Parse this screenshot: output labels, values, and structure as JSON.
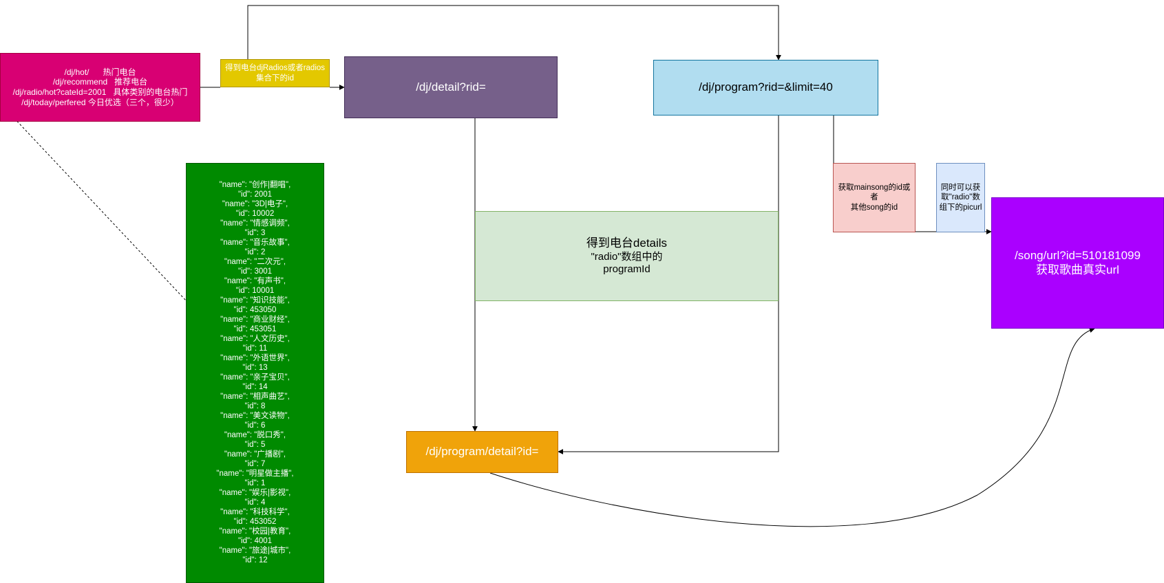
{
  "nodes": {
    "endpoints": [
      "/dj/hot/      热门电台",
      "/dj/recommend   推荐电台",
      "/dj/radio/hot?cateId=2001   具体类别的电台热门",
      "/dj/today/perfered 今日优选（三个，很少）"
    ],
    "radio_ids": [
      "得到电台djRadios或者radios",
      "集合下的id"
    ],
    "detail": "/dj/detail?rid=",
    "program": "/dj/program?rid=&limit=40",
    "categories": [
      "\"name\": \"创作|翻唱\",",
      "\"id\": 2001",
      "\"name\": \"3D|电子\",",
      "\"id\": 10002",
      "\"name\": \"情感调频\",",
      "\"id\": 3",
      "\"name\": \"音乐故事\",",
      "\"id\": 2",
      "\"name\": \"二次元\",",
      "\"id\": 3001",
      "\"name\": \"有声书\",",
      "\"id\": 10001",
      "\"name\": \"知识技能\",",
      "\"id\": 453050",
      "\"name\": \"商业财经\",",
      "\"id\": 453051",
      "\"name\": \"人文历史\",",
      "\"id\": 11",
      "\"name\": \"外语世界\",",
      "\"id\": 13",
      "\"name\": \"亲子宝贝\",",
      "\"id\": 14",
      "\"name\": \"相声曲艺\",",
      "\"id\": 8",
      "\"name\": \"美文读物\",",
      "\"id\": 6",
      "\"name\": \"脱口秀\",",
      "\"id\": 5",
      "\"name\": \"广播剧\",",
      "\"id\": 7",
      "\"name\": \"明星做主播\",",
      "\"id\": 1",
      "\"name\": \"娱乐|影视\",",
      "\"id\": 4",
      "\"name\": \"科技科学\",",
      "\"id\": 453052",
      "\"name\": \"校园|教育\",",
      "\"id\": 4001",
      "\"name\": \"旅途|城市\",",
      "\"id\": 12"
    ],
    "radio_details": [
      "得到电台details",
      "\"radio\"数组中的",
      "programId"
    ],
    "mainsong": [
      "获取mainsong的id或",
      "者",
      "其他song的id"
    ],
    "picurl": [
      "同时可以获",
      "取\"radio\"数",
      "组下的picurl"
    ],
    "song_url": [
      "/song/url?id=510181099",
      "获取歌曲真实url"
    ],
    "program_detail": "/dj/program/detail?id="
  },
  "colors": {
    "magenta": "#d80073",
    "yellow": "#e3c800",
    "purple": "#76608a",
    "light_blue": "#b1ddf0",
    "green": "#008a00",
    "light_green": "#d5e8d4",
    "pink": "#f8cecc",
    "pale_blue": "#dae8fc",
    "violet": "#aa00ff",
    "orange": "#f0a30a"
  }
}
